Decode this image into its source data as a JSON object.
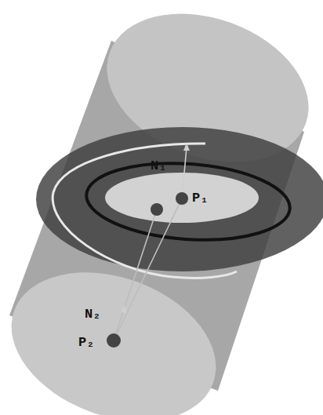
{
  "diagram": {
    "labels": [
      "N₁",
      "P₁",
      "N₂",
      "P₂"
    ]
  }
}
